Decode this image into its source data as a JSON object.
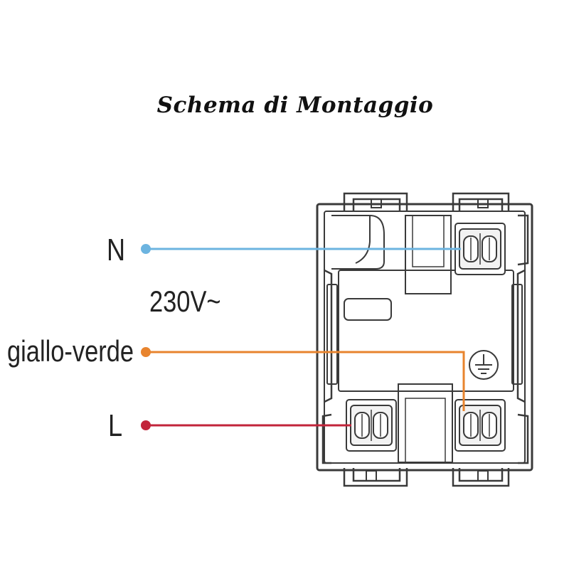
{
  "title": "Schema di Montaggio",
  "labels": {
    "neutral": "N",
    "voltage": "230V~",
    "earth": "giallo-verde",
    "live": "L"
  },
  "colors": {
    "neutral_wire": "#6cb4e0",
    "earth_wire": "#e8842e",
    "live_wire": "#c2243a",
    "outline": "#3a3a3a",
    "terminal_fill": "#f2f2f2"
  },
  "icons": {
    "earth_symbol": "ground-icon",
    "terminal": "screw-terminal-icon"
  }
}
